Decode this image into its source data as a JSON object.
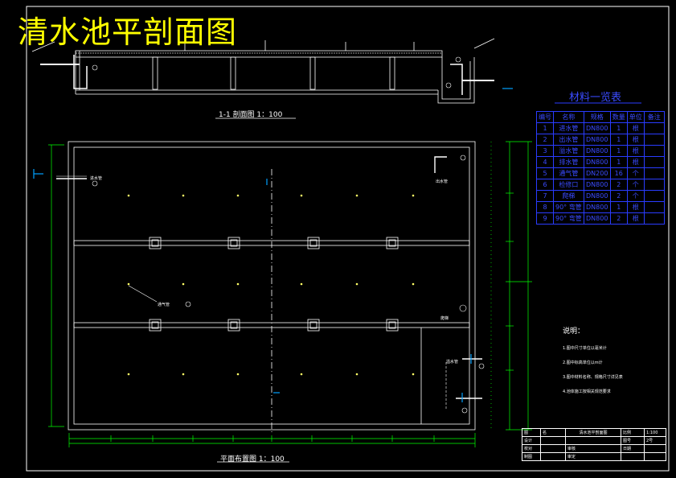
{
  "title": "清水池平剖面图",
  "section_caption": "1-1 剖面图 1：100",
  "plan_caption": "平面布置图 1：100",
  "materials": {
    "title": "材料一览表",
    "headers": [
      "编号",
      "名称",
      "规格",
      "数量",
      "单位",
      "备注"
    ],
    "rows": [
      [
        "1",
        "进水管",
        "DN800",
        "1",
        "根",
        ""
      ],
      [
        "2",
        "出水管",
        "DN800",
        "1",
        "根",
        ""
      ],
      [
        "3",
        "溢水管",
        "DN800",
        "1",
        "根",
        ""
      ],
      [
        "4",
        "排水管",
        "DN800",
        "1",
        "根",
        ""
      ],
      [
        "5",
        "通气管",
        "DN200",
        "16",
        "个",
        ""
      ],
      [
        "6",
        "检修口",
        "DN800",
        "2",
        "个",
        ""
      ],
      [
        "7",
        "爬梯",
        "DN800",
        "2",
        "个",
        ""
      ],
      [
        "8",
        "90° 弯管",
        "DN800",
        "1",
        "根",
        ""
      ],
      [
        "9",
        "90° 弯管",
        "DN800",
        "2",
        "根",
        ""
      ]
    ]
  },
  "notes": {
    "heading": "说明：",
    "items": [
      "1.图中尺寸单位以毫米计",
      "2.图中标高单位以m计",
      "3.图中材料名称、规格尺寸详见表",
      "4.池体施工按相关规范要求"
    ]
  },
  "title_block": {
    "rows": [
      [
        "图",
        "名",
        "清水池平剖面图",
        "比例",
        "1:100"
      ],
      [
        "设计",
        "",
        "",
        "图号",
        "2号"
      ],
      [
        "校对",
        "",
        "审核",
        "日期",
        ""
      ],
      [
        "制图",
        "",
        "审定",
        "",
        ""
      ]
    ]
  },
  "labels": {
    "inlet_pipe": "进水管",
    "outlet_pipe": "出水管",
    "overflow_pipe": "溢水管",
    "vent_pipe": "通气管",
    "ladder": "爬梯"
  },
  "colors": {
    "title": "#ffff00",
    "lines": "#ffffff",
    "dims": "#00ff00",
    "table": "#2a3cff",
    "markers": "#00a0ff",
    "dots": "#ffff66"
  }
}
